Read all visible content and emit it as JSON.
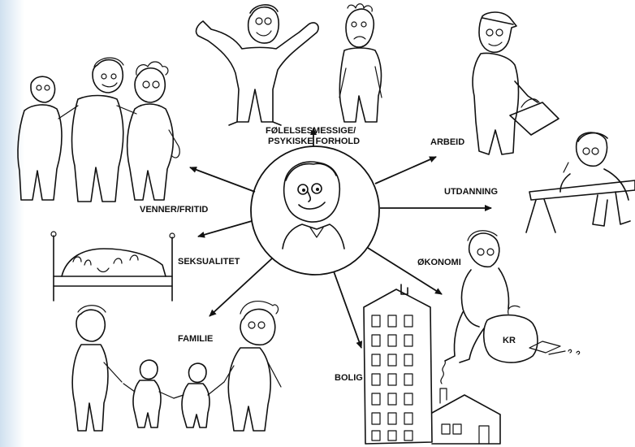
{
  "labels": {
    "feelings_line1": "FØLELSESMESSIGE/",
    "feelings_line2": "PSYKISKE FORHOLD",
    "work": "ARBEID",
    "education": "UTDANNING",
    "economy": "ØKONOMI",
    "money": "KR",
    "housing": "BOLIG",
    "family": "FAMILIE",
    "sexuality": "SEKSUALITET",
    "friends": "VENNER/FRITID"
  },
  "colors": {
    "ink": "#111111",
    "paper": "#ffffff",
    "left_edge_tint": "#cfe0ef"
  }
}
